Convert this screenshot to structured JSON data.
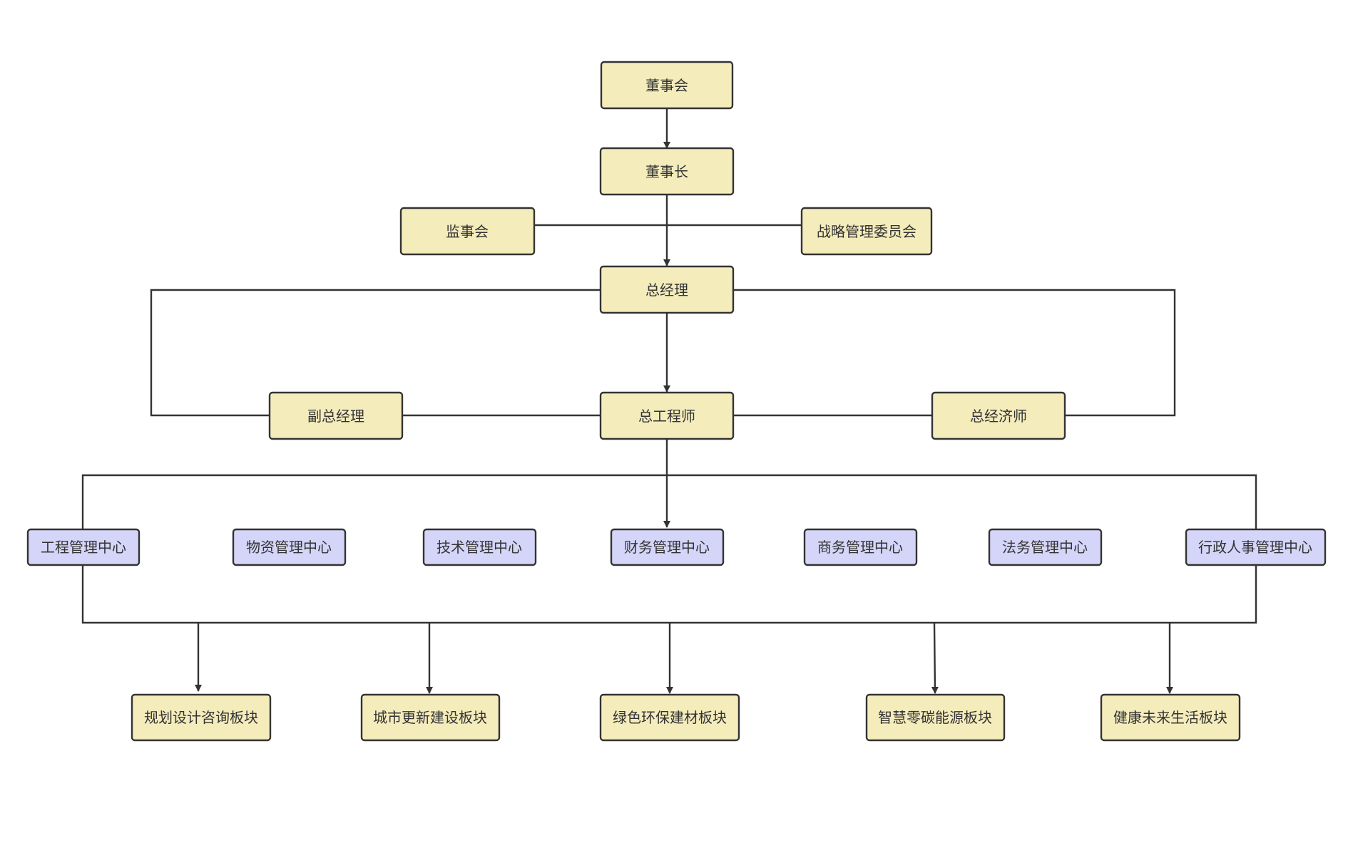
{
  "colors": {
    "leadership_fill": "#f5ecbc",
    "center_fill": "#d4d5f8",
    "sector_fill": "#f5ecbc",
    "stroke": "#333333",
    "text": "#333333"
  },
  "leadership": {
    "board_of_directors": "董事会",
    "chairman": "董事长",
    "board_of_supervisors": "监事会",
    "strategy_committee": "战略管理委员会",
    "general_manager": "总经理",
    "deputy_general_manager": "副总经理",
    "chief_engineer": "总工程师",
    "chief_economist": "总经济师"
  },
  "centers": [
    "工程管理中心",
    "物资管理中心",
    "技术管理中心",
    "财务管理中心",
    "商务管理中心",
    "法务管理中心",
    "行政人事管理中心"
  ],
  "sectors": [
    "规划设计咨询板块",
    "城市更新建设板块",
    "绿色环保建材板块",
    "智慧零碳能源板块",
    "健康未来生活板块"
  ]
}
